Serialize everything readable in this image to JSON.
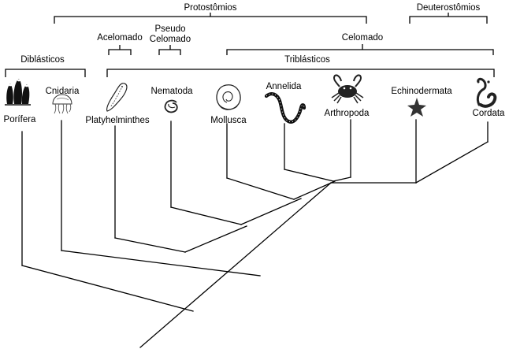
{
  "groups": {
    "protostomios": "Protostômios",
    "deuterostomios": "Deuterostômios",
    "acelomado": "Acelomado",
    "pseudo": "Pseudo",
    "celomado_pseudo": "Celomado",
    "celomado": "Celomado",
    "diblasticos": "Diblásticos",
    "triblasticos": "Triblásticos"
  },
  "taxa": {
    "porifera": "Porífera",
    "cnidaria": "Cnidaria",
    "platyhelminthes": "Platyhelminthes",
    "nematoda": "Nematoda",
    "mollusca": "Mollusca",
    "annelida": "Annelida",
    "arthropoda": "Arthropoda",
    "echinodermata": "Echinodermata",
    "cordata": "Cordata"
  },
  "icons": {
    "porifera": "sponge-icon",
    "cnidaria": "jellyfish-icon",
    "platyhelminthes": "flatworm-icon",
    "nematoda": "roundworm-icon",
    "mollusca": "snail-shell-icon",
    "annelida": "segmented-worm-icon",
    "arthropoda": "crab-icon",
    "echinodermata": "starfish-icon",
    "cordata": "chordate-icon"
  },
  "colors": {
    "ink": "#000000",
    "background": "#ffffff"
  }
}
